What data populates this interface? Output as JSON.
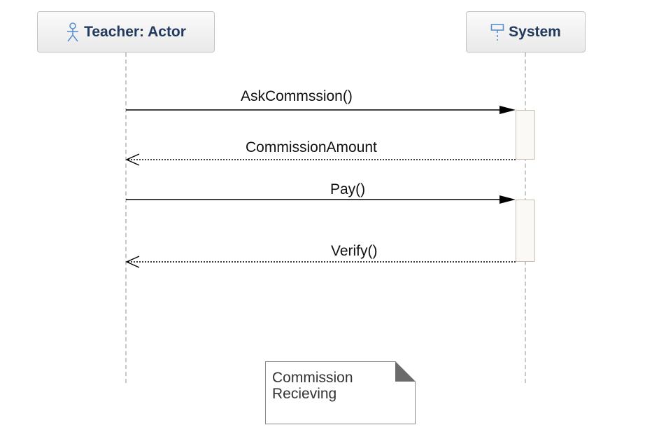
{
  "participants": {
    "teacher": {
      "label": "Teacher: Actor",
      "icon": "actor-icon"
    },
    "system": {
      "label": "System",
      "icon": "system-boundary-icon"
    }
  },
  "messages": [
    {
      "label": "AskCommssion()",
      "type": "synchronous",
      "from": "Teacher: Actor",
      "to": "System"
    },
    {
      "label": "CommissionAmount",
      "type": "return",
      "from": "System",
      "to": "Teacher: Actor"
    },
    {
      "label": "Pay()",
      "type": "synchronous",
      "from": "Teacher: Actor",
      "to": "System"
    },
    {
      "label": "Verify()",
      "type": "return",
      "from": "System",
      "to": "Teacher: Actor"
    }
  ],
  "note": {
    "lines": [
      "Commission",
      "Recieving"
    ]
  },
  "colors": {
    "participant_text": "#223a5e",
    "icon": "#5b8fd0",
    "lifeline": "#c8c8c8",
    "activation_border": "#c8bfae",
    "note_corner": "#6b6b6b"
  }
}
